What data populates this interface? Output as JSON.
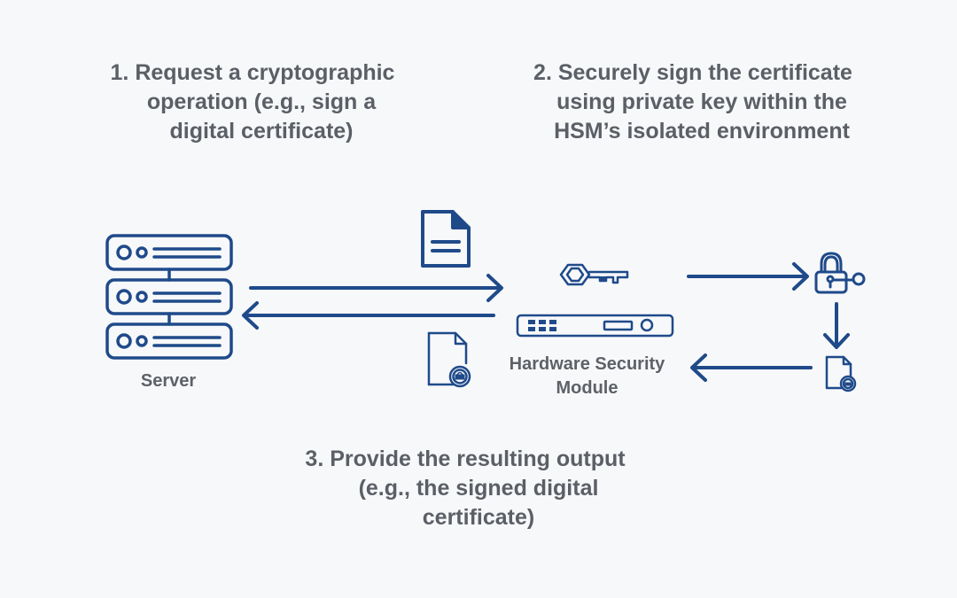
{
  "colors": {
    "background": "#f7f8fa",
    "icon_stroke": "#1f4a8a",
    "text": "#5b5f66"
  },
  "steps": [
    {
      "lines": [
        "1. Request a cryptographic",
        "operation (e.g., sign a",
        "digital certificate)"
      ]
    },
    {
      "lines": [
        "2. Securely sign  the certificate",
        "using private key within the",
        "HSM’s isolated environment"
      ]
    },
    {
      "lines": [
        "3. Provide the resulting output",
        "(e.g., the signed digital",
        "certificate)"
      ]
    }
  ],
  "nodes": {
    "server": {
      "label": "Server",
      "icon": "server-rack-icon"
    },
    "hsm": {
      "label_lines": [
        "Hardware Security",
        "Module"
      ],
      "icon": "hsm-device-icon"
    }
  },
  "icons": {
    "request_document": "document-icon",
    "signed_document": "locked-document-icon",
    "private_key": "key-icon",
    "padlock_key": "padlock-with-key-icon",
    "signed_output": "locked-document-icon"
  }
}
